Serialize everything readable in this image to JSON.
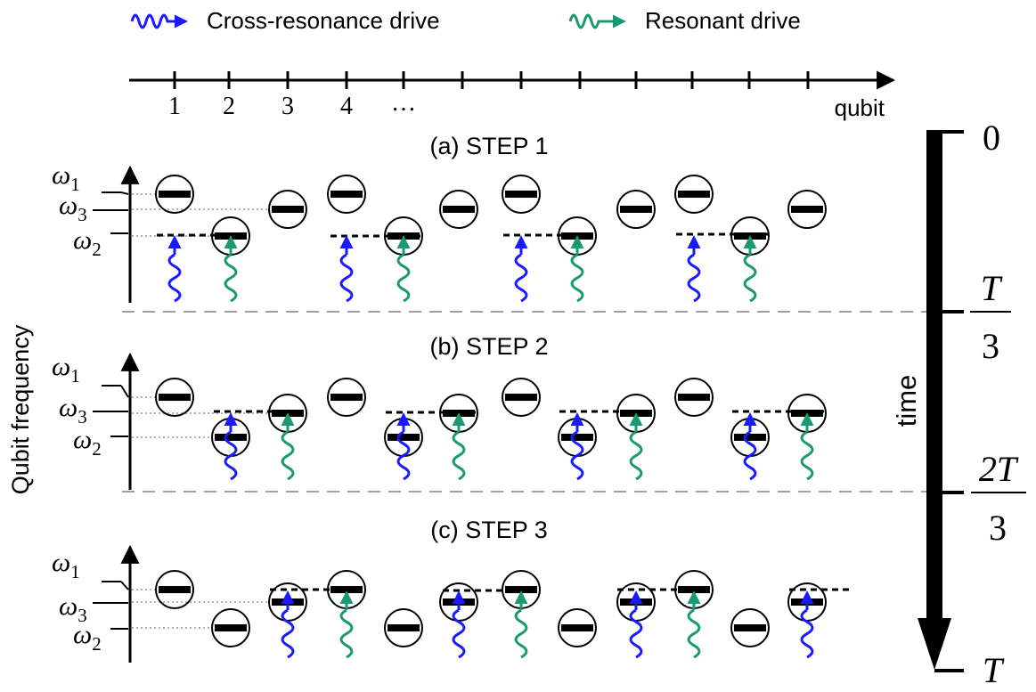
{
  "legend": {
    "cross_resonance_label": "Cross-resonance drive",
    "resonant_label": "Resonant drive"
  },
  "qubit_axis": {
    "tick_labels": [
      "1",
      "2",
      "3",
      "4",
      "…"
    ],
    "label": "qubit"
  },
  "y_axis_label": "Qubit frequency",
  "steps": [
    {
      "title": "(a)  STEP 1",
      "w1": "ω",
      "w1_sub": "1",
      "w3": "ω",
      "w3_sub": "3",
      "w2": "ω",
      "w2_sub": "2"
    },
    {
      "title": "(b)  STEP 2",
      "w1": "ω",
      "w1_sub": "1",
      "w3": "ω",
      "w3_sub": "3",
      "w2": "ω",
      "w2_sub": "2"
    },
    {
      "title": "(c)  STEP 3",
      "w1": "ω",
      "w1_sub": "1",
      "w3": "ω",
      "w3_sub": "3",
      "w2": "ω",
      "w2_sub": "2"
    }
  ],
  "time_axis": {
    "label": "time",
    "t0": "0",
    "t1_num": "T",
    "t1_den": "3",
    "t2_num": "2T",
    "t2_den": "3",
    "t3": "T"
  },
  "colors": {
    "cross_resonance": "#1a1aff",
    "resonant": "#1a9a73",
    "dashed_separator": "#a0a0a0",
    "ink": "#000000"
  },
  "qubit_levels": [
    [
      1,
      2,
      3,
      1,
      2,
      3,
      1,
      2,
      3,
      1,
      2,
      3
    ],
    [
      1,
      2,
      3,
      1,
      2,
      3,
      1,
      2,
      3,
      1,
      2,
      3
    ],
    [
      1,
      2,
      3,
      1,
      2,
      3,
      1,
      2,
      3,
      1,
      2,
      3
    ]
  ]
}
